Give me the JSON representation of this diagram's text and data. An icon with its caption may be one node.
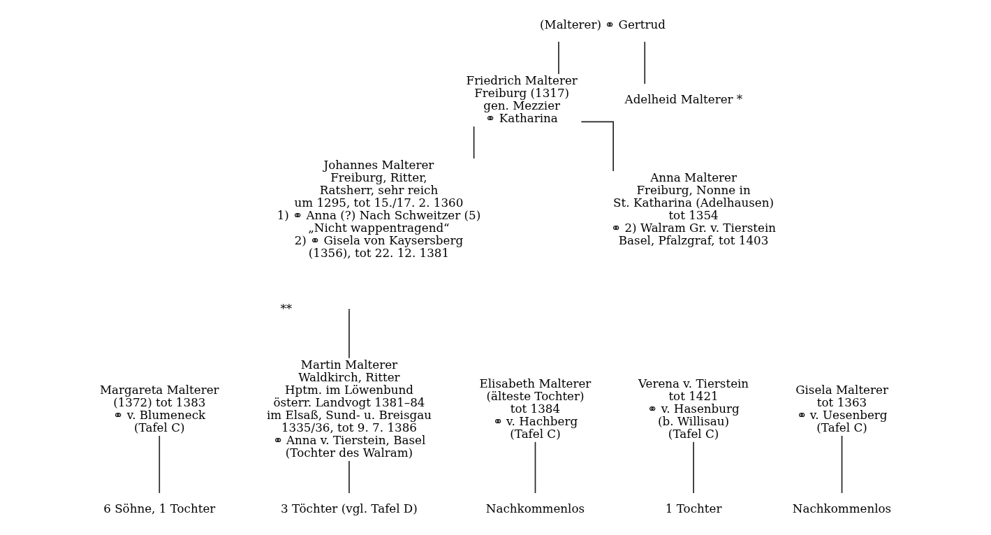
{
  "diagram": {
    "nodes": [
      {
        "text": [
          "(Malterer) ⚭ Gertrud"
        ]
      },
      {
        "text": [
          "Friedrich Malterer",
          "Freiburg (1317)",
          "gen. Mezzier",
          "⚭ Katharina"
        ]
      },
      {
        "text": [
          "Adelheid Malterer *"
        ]
      },
      {
        "text": [
          "Johannes Malterer",
          "Freiburg, Ritter,",
          "Ratsherr, sehr reich",
          "um 1295, tot 15./17. 2. 1360",
          "1) ⚭ Anna (?) Nach Schweitzer (5)",
          "„Nicht wappentragend“",
          "2) ⚭ Gisela von Kaysersberg",
          "(1356), tot 22. 12. 1381"
        ]
      },
      {
        "text": [
          "Anna Malterer",
          "Freiburg, Nonne in",
          "St. Katharina (Adelhausen)",
          "tot 1354",
          "⚭ 2) Walram Gr. v. Tierstein",
          "Basel, Pfalzgraf, tot 1403"
        ]
      },
      {
        "text": [
          "Martin Malterer",
          "Waldkirch, Ritter",
          "Hptm. im Löwenbund",
          "österr. Landvogt 1381–84",
          "im Elsaß, Sund- u. Breisgau",
          "1335/36, tot 9. 7. 1386",
          "⚭ Anna v. Tierstein, Basel",
          "(Tochter des Walram)"
        ]
      },
      {
        "text": [
          "Elisabeth Malterer",
          "(älteste Tochter)",
          "tot 1384",
          "⚭ v. Hachberg",
          "(Tafel C)"
        ]
      },
      {
        "text": [
          "Margareta Malterer",
          "(1372) tot 1383",
          "⚭ v. Blumeneck",
          "(Tafel C)"
        ]
      },
      {
        "text": [
          "Gisela Malterer",
          "tot 1363",
          "⚭ v. Uesenberg",
          "(Tafel C)"
        ]
      },
      {
        "text": [
          "Verena v. Tierstein",
          "tot 1421",
          "⚭ v. Hasenburg",
          "(b. Willisau)",
          "(Tafel C)"
        ]
      },
      {
        "text": [
          "3 Töchter (vgl. Tafel D)"
        ]
      },
      {
        "text": [
          "Nachkommenlos"
        ]
      },
      {
        "text": [
          "6 Söhne, 1 Tochter"
        ]
      },
      {
        "text": [
          "Nachkommenlos"
        ]
      },
      {
        "text": [
          "1 Tochter"
        ]
      }
    ],
    "edges": [
      {
        "from": 0,
        "to": 1,
        "arrow": "none"
      },
      {
        "from": 0,
        "to": 2,
        "arrow": "none"
      },
      {
        "from": 1,
        "to": 3,
        "arrow": "none"
      },
      {
        "from": 1,
        "to": 4,
        "arrow": "none"
      },
      {
        "from": null,
        "to": 5,
        "arrow": "none"
      },
      {
        "from": 5,
        "to": 10,
        "arrow": "none"
      },
      {
        "from": 6,
        "to": 11,
        "arrow": "none"
      },
      {
        "from": 7,
        "to": 12,
        "arrow": "none"
      },
      {
        "from": 8,
        "to": 13,
        "arrow": "none"
      },
      {
        "from": 9,
        "to": 14,
        "arrow": "none"
      }
    ],
    "labels": [
      "**"
    ]
  }
}
